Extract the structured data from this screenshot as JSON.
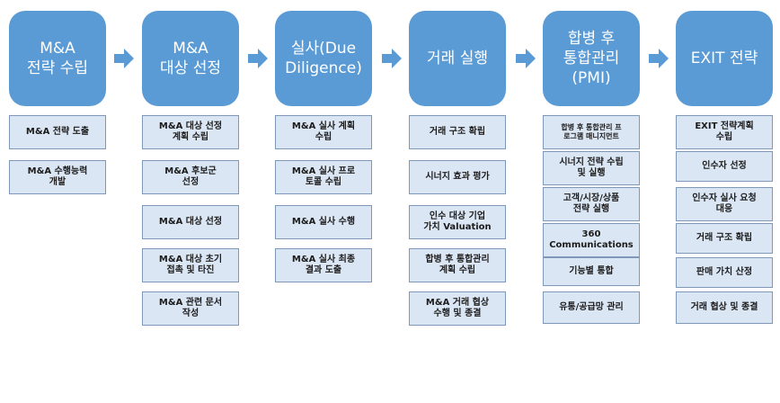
{
  "colors": {
    "header_fill": "#5b9bd5",
    "arrow_fill": "#5b9bd5",
    "item_fill": "#dbe6f4",
    "item_border": "#7f98b8"
  },
  "columns": [
    {
      "title": "M&A\n전략 수립",
      "items": [
        "M&A 전략 도출",
        "M&A 수행능력\n개발"
      ]
    },
    {
      "title": "M&A\n대상 선정",
      "items": [
        "M&A 대상 선정\n계획 수립",
        "M&A 후보군\n선정",
        "M&A 대상 선정",
        "M&A 대상 초기\n접촉 및 타진",
        "M&A 관련 문서\n작성"
      ]
    },
    {
      "title": "실사(Due\nDiligence)",
      "items": [
        "M&A 실사 계획\n수립",
        "M&A 실사 프로\n토콜 수립",
        "M&A 실사 수행",
        "M&A 실사 최종\n결과 도출"
      ]
    },
    {
      "title": "거래 실행",
      "items": [
        "거래 구조 확립",
        "시너지 효과 평가",
        "인수 대상 기업\n가치 Valuation",
        "합병 후 통합관리\n계획 수립",
        "M&A 거래 협상\n수행 및 종결"
      ]
    },
    {
      "title": "합병 후\n통합관리\n(PMI)",
      "items": [
        "합병 후 통합관리 프\n로그램 매니지먼트",
        "시너지 전략 수립\n및 실행",
        "고객/시장/상품\n전략 실행",
        "360\nCommunications",
        "기능별 통합",
        "유통/공급망 관리"
      ]
    },
    {
      "title": "EXIT 전략",
      "items": [
        "EXIT 전략계획\n수립",
        "인수자 선정",
        "인수자 실사 요청\n대응",
        "거래 구조 확립",
        "판매 가치 산정",
        "거래 협상 및 종결"
      ]
    }
  ]
}
